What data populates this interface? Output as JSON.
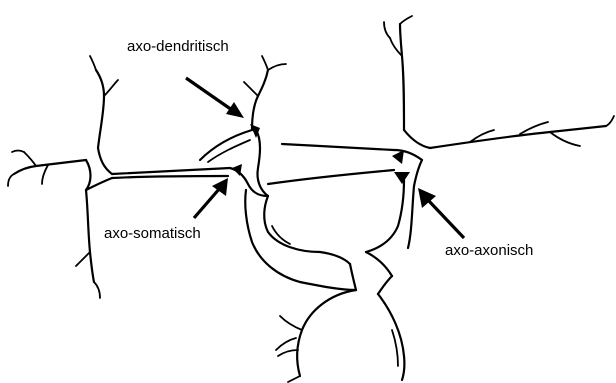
{
  "labels": {
    "axo_dendritisch": "axo-dendritisch",
    "axo_somatisch": "axo-somatisch",
    "axo_axonisch": "axo-axonisch"
  },
  "colors": {
    "ink": "#000000",
    "background": "#ffffff"
  }
}
